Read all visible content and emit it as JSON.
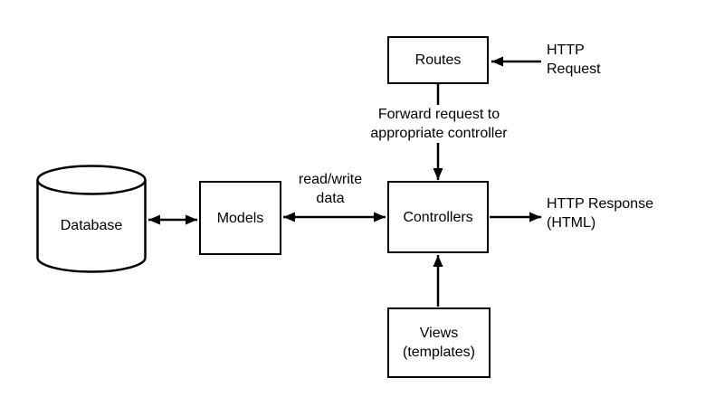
{
  "diagram": {
    "type": "flowchart",
    "background": "#ffffff",
    "stroke_color": "#000000",
    "text_color": "#000000",
    "nodes": {
      "routes": {
        "label": "Routes",
        "shape": "rectangle"
      },
      "database": {
        "label": "Database",
        "shape": "cylinder"
      },
      "models": {
        "label": "Models",
        "shape": "rectangle"
      },
      "controllers": {
        "label": "Controllers",
        "shape": "rectangle"
      },
      "views": {
        "label": "Views (templates)",
        "shape": "rectangle"
      }
    },
    "edges": [
      {
        "from": "external",
        "to": "routes",
        "arrow": "single",
        "label": "HTTP Request"
      },
      {
        "from": "routes",
        "to": "controllers",
        "arrow": "single",
        "label": "Forward request to appropriate controller"
      },
      {
        "from": "database",
        "to": "models",
        "arrow": "double",
        "label": ""
      },
      {
        "from": "models",
        "to": "controllers",
        "arrow": "double",
        "label": "read/write data"
      },
      {
        "from": "controllers",
        "to": "external",
        "arrow": "single",
        "label": "HTTP Response (HTML)"
      },
      {
        "from": "views",
        "to": "controllers",
        "arrow": "single",
        "label": ""
      }
    ]
  }
}
